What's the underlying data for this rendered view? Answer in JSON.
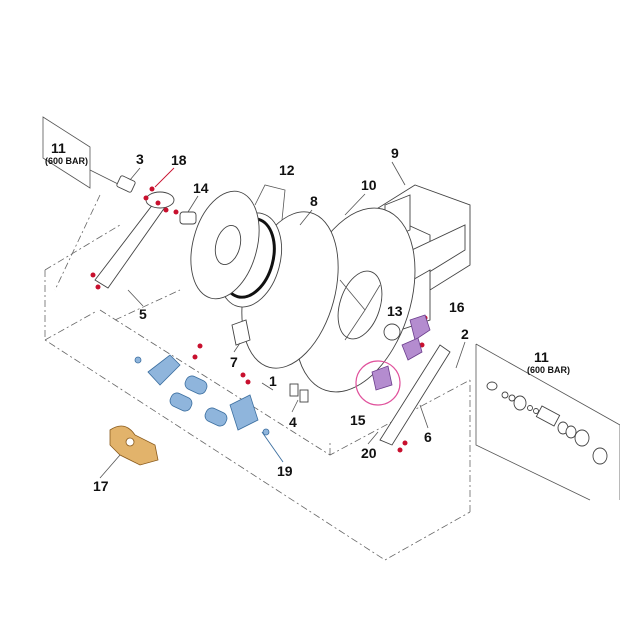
{
  "diagram": {
    "callouts": {
      "p11_left": "11",
      "p11_left_sub": "(600 BAR)",
      "p3": "3",
      "p18": "18",
      "p14": "14",
      "p12": "12",
      "p8": "8",
      "p10": "10",
      "p9": "9",
      "p13": "13",
      "p16": "16",
      "p2": "2",
      "p11_right": "11",
      "p11_right_sub": "(600 BAR)",
      "p5": "5",
      "p7": "7",
      "p1": "1",
      "p4": "4",
      "p15": "15",
      "p20": "20",
      "p6": "6",
      "p19": "19",
      "p17": "17"
    },
    "colors": {
      "bolts": "#c8102e",
      "blue_parts": "#8fb5dc",
      "purple_parts": "#b48ccf",
      "gold_part": "#e2b36b",
      "leader_18": "#c8102e",
      "leader_19": "#3c6fa0",
      "leader_15_circle": "#e0529c"
    }
  }
}
